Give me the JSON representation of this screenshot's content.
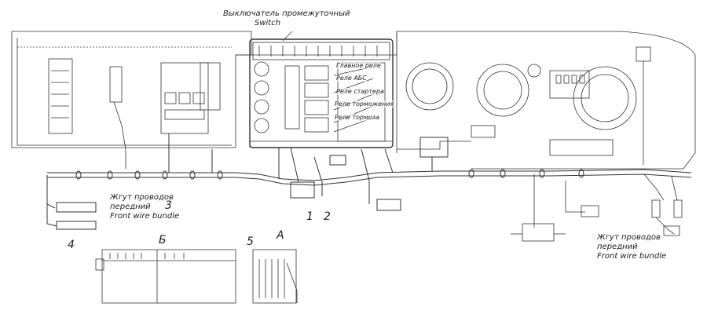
{
  "labels": {
    "switch_ru": "Выключатель промежуточный",
    "switch_en": "Switch",
    "relay_main": "Главное реле",
    "relay_abs": "Реле АБС",
    "relay_starter": "Реле стартера",
    "relay_brake": "Реле торможения",
    "relay_brake2": "Реле тормоза",
    "harness_left_ru_1": "Жгут проводов",
    "harness_left_ru_2": "передний",
    "harness_left_en": "Front wire bundle",
    "harness_right_ru_1": "Жгут проводов",
    "harness_right_ru_2": "передний",
    "harness_right_en": "Front wire bundle"
  },
  "callouts": {
    "c1": "1",
    "c2": "2",
    "c3": "3",
    "c4": "4",
    "c5": "5",
    "view_a": "А",
    "view_b": "Б"
  }
}
